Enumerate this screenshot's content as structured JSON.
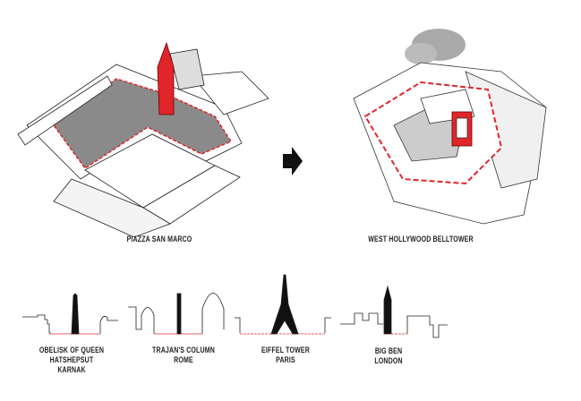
{
  "top": {
    "left_label": "PIAZZA SAN MARCO",
    "right_label": "WEST HOLLYWOOD BELLTOWER"
  },
  "landmarks": [
    {
      "name": "OBELISK OF QUEEN HATSHEPSUT",
      "place": "KARNAK"
    },
    {
      "name": "TRAJAN'S COLUMN",
      "place": "ROME"
    },
    {
      "name": "EIFFEL TOWER",
      "place": "PARIS"
    },
    {
      "name": "BIG BEN",
      "place": "LONDON"
    }
  ],
  "colors": {
    "accent": "#e0262b",
    "ink": "#111111",
    "plaza": "#8a8a8a"
  }
}
